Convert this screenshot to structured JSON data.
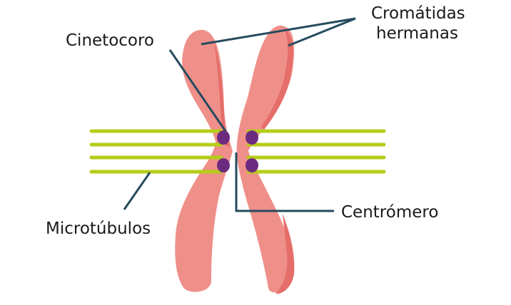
{
  "labels": {
    "cinetocoro": "Cinetocoro",
    "cromatidas_line1": "Cromátidas",
    "cromatidas_line2": "hermanas",
    "microtubulos": "Microtúbulos",
    "centromero": "Centrómero"
  },
  "colors": {
    "chromatid": "#ef8f89",
    "chromatid_shade": "#e56d6a",
    "kinetochore": "#6d2b80",
    "microtubule": "#b5cc18",
    "leader_line": "#254b5e",
    "text": "#1a1a1a"
  }
}
